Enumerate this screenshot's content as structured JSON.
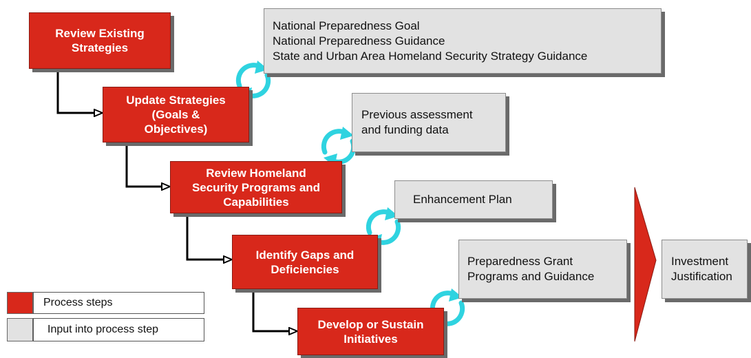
{
  "colors": {
    "process_step": "#d8281b",
    "input": "#e2e2e2",
    "shadow": "#6a6a6a",
    "cycle_arrow": "#2fd3e0"
  },
  "steps": [
    {
      "lines": [
        "Review Existing",
        "Strategies"
      ]
    },
    {
      "lines": [
        "Update Strategies",
        "(Goals &",
        "Objectives)"
      ]
    },
    {
      "lines": [
        "Review Homeland",
        "Security Programs and",
        "Capabilities"
      ]
    },
    {
      "lines": [
        "Identify Gaps and",
        "Deficiencies"
      ]
    },
    {
      "lines": [
        "Develop or Sustain",
        "Initiatives"
      ]
    }
  ],
  "inputs": [
    {
      "lines": [
        "National Preparedness Goal",
        "National Preparedness Guidance",
        "State and Urban Area Homeland Security Strategy Guidance"
      ]
    },
    {
      "lines": [
        "Previous assessment",
        "and funding data"
      ]
    },
    {
      "lines": [
        "Enhancement Plan"
      ]
    },
    {
      "lines": [
        "Preparedness Grant",
        "Programs and Guidance"
      ]
    }
  ],
  "output": {
    "lines": [
      "Investment",
      "Justification"
    ]
  },
  "legend": {
    "process_label": "Process steps",
    "input_label": "Input into process step"
  }
}
